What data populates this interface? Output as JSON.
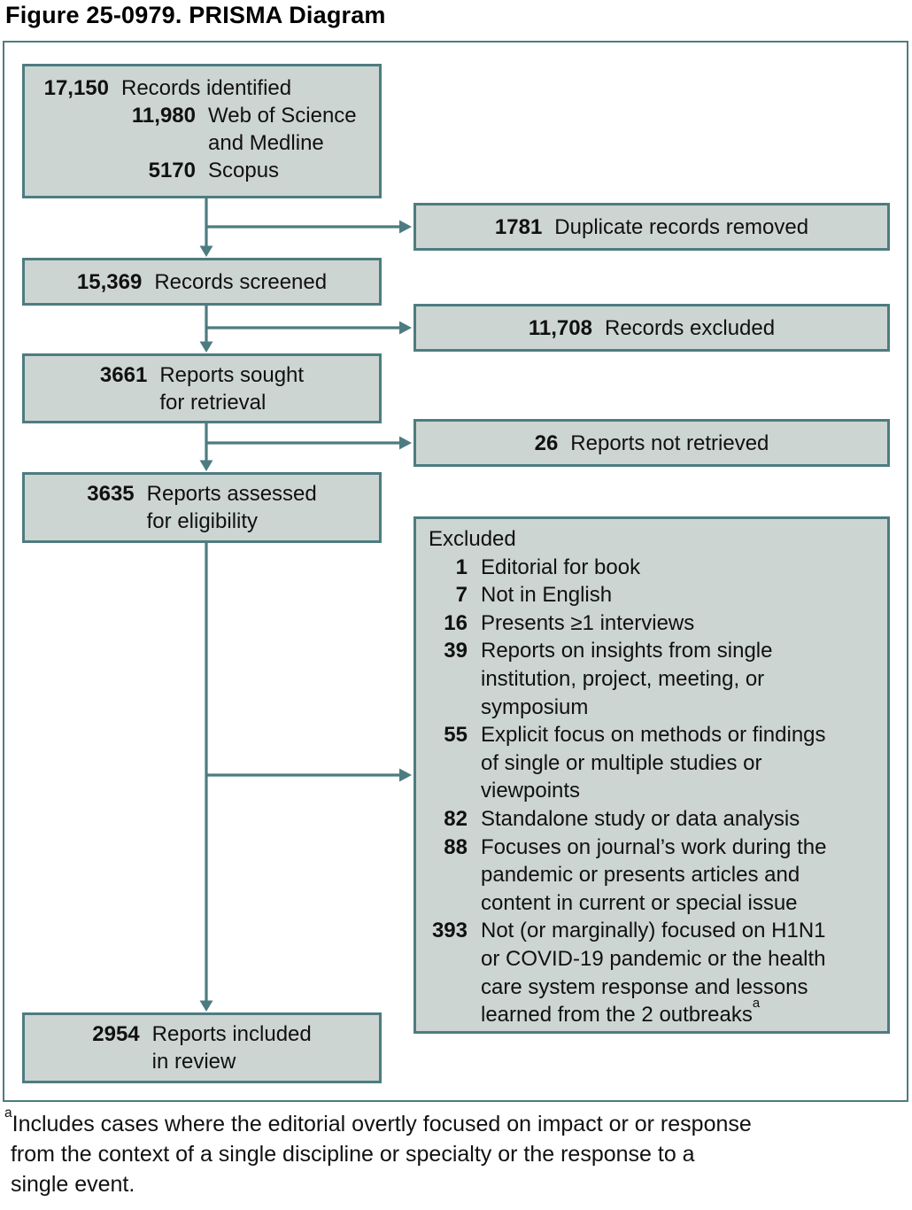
{
  "title": "Figure 25-0979. PRISMA Diagram",
  "colors": {
    "accent_teal": "#4d7c80",
    "box_fill": "#cdd5d2",
    "text": "#111111"
  },
  "flow": {
    "identified": {
      "num": "17,150",
      "label": "Records identified",
      "sources": [
        {
          "num": "11,980",
          "label": "Web of Science\nand Medline"
        },
        {
          "num": "5170",
          "label": "Scopus"
        }
      ]
    },
    "screened": {
      "num": "15,369",
      "label": "Records screened"
    },
    "sought": {
      "num": "3661",
      "label": "Reports sought\nfor retrieval"
    },
    "assessed": {
      "num": "3635",
      "label": "Reports assessed\nfor eligibility"
    },
    "included": {
      "num": "2954",
      "label": "Reports included\nin review"
    },
    "duplicates_removed": {
      "num": "1781",
      "label": "Duplicate records removed"
    },
    "records_excluded": {
      "num": "11,708",
      "label": "Records excluded"
    },
    "not_retrieved": {
      "num": "26",
      "label": "Reports not retrieved"
    },
    "excluded_detail": {
      "header": "Excluded",
      "items": [
        {
          "num": "1",
          "text": "Editorial for book"
        },
        {
          "num": "7",
          "text": "Not in English"
        },
        {
          "num": "16",
          "text": "Presents ≥1 interviews"
        },
        {
          "num": "39",
          "text": "Reports on insights from single\ninstitution, project, meeting, or\nsymposium"
        },
        {
          "num": "55",
          "text": "Explicit focus on methods or findings\nof single or multiple studies or\nviewpoints"
        },
        {
          "num": "82",
          "text": "Standalone study or data analysis"
        },
        {
          "num": "88",
          "text": "Focuses on journal’s work during the\npandemic or presents articles and\ncontent in current or special issue"
        },
        {
          "num": "393",
          "text": "Not (or marginally) focused on H1N1\nor COVID-19 pandemic or the health\ncare system response and lessons\nlearned from the 2 outbreaks",
          "sup": "a"
        }
      ]
    }
  },
  "footnote": {
    "marker": "a",
    "text": "Includes cases where the editorial overtly focused on impact or or response\n from the context of a single discipline or specialty or the response to a\n single event."
  }
}
